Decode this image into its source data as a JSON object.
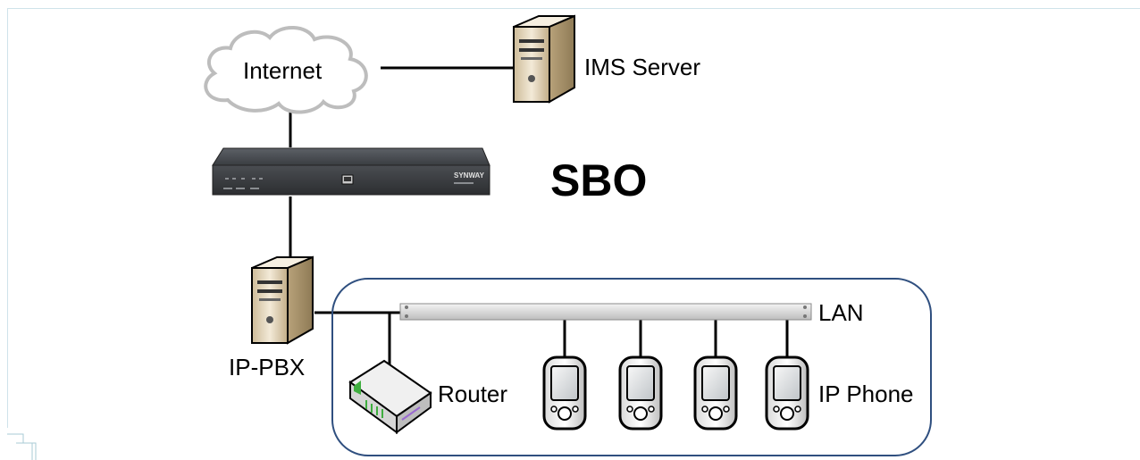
{
  "diagram": {
    "title": "SBO",
    "nodes": {
      "internet": {
        "label": "Internet",
        "icon": "cloud-icon"
      },
      "ims_server": {
        "label": "IMS Server",
        "icon": "server-icon"
      },
      "sbo_device": {
        "label": "SYNWAY",
        "icon": "rack-gateway-icon"
      },
      "ip_pbx": {
        "label": "IP-PBX",
        "icon": "server-icon"
      },
      "lan": {
        "label": "LAN",
        "icon": "lan-bus-icon"
      },
      "router": {
        "label": "Router",
        "icon": "router-icon"
      },
      "ip_phone": {
        "label": "IP Phone",
        "icon": "ip-phone-icon",
        "count": 4
      }
    },
    "colors": {
      "enclosure_border": "#2f4f7f",
      "frame_border": "#cfe3ea",
      "device_body": "#3b3e42",
      "server_body": "#e8dcc6",
      "lan_bar": "#e2e2e2",
      "router_led": "#3fae3f"
    }
  }
}
